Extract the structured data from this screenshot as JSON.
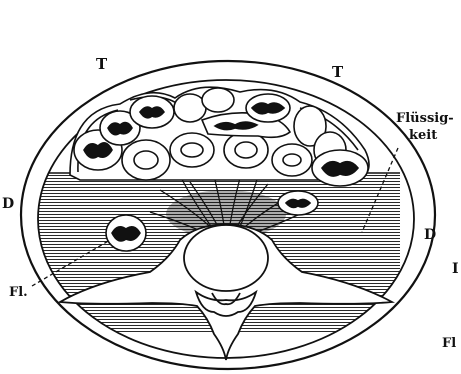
{
  "labels": {
    "t_left": "T",
    "t_right": "T",
    "fluid_line1": "Flüssig-",
    "fluid_line2": "keit",
    "d_left": "D",
    "d_right": "D",
    "i_right": "I",
    "fl_left": "Fl.",
    "fl_right": "Fl"
  },
  "colors": {
    "ink": "#111111",
    "paper": "#ffffff"
  }
}
